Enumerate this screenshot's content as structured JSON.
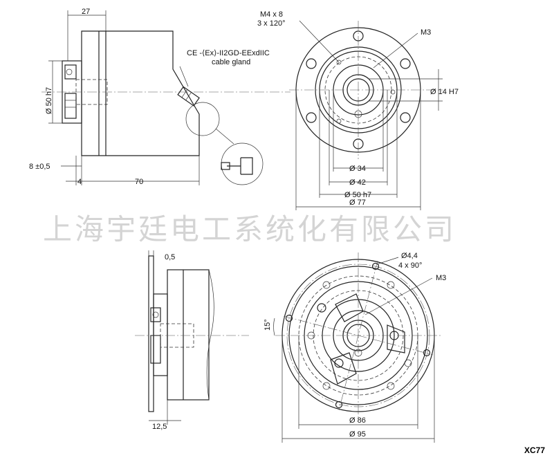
{
  "top_side_view": {
    "dim_27": "27",
    "dim_dia50": "Ø 50 h7",
    "dim_8": "8 ±0,5",
    "dim_4": "4",
    "dim_70": "70",
    "marking": "CE -⟨Ex⟩-II2GD-EExdIIC",
    "cable_gland": "cable gland"
  },
  "top_front_view": {
    "m4": "M4 x 8",
    "m4_pattern": "3 x 120°",
    "m3": "M3",
    "dia14": "Ø 14 H7",
    "dia34": "Ø 34",
    "dia42": "Ø 42",
    "dia50": "Ø 50 h7",
    "dia77": "Ø 77"
  },
  "watermark": "上海宇廷电工系统化有限公司",
  "bottom_side_view": {
    "dim_05": "0,5",
    "dim_125": "12,5"
  },
  "bottom_front_view": {
    "hole": "Ø4,4",
    "hole_pattern": "4 x 90°",
    "m3": "M3",
    "angle": "15°",
    "dia86": "Ø 86",
    "dia95": "Ø 95"
  },
  "model_code": "XC77"
}
